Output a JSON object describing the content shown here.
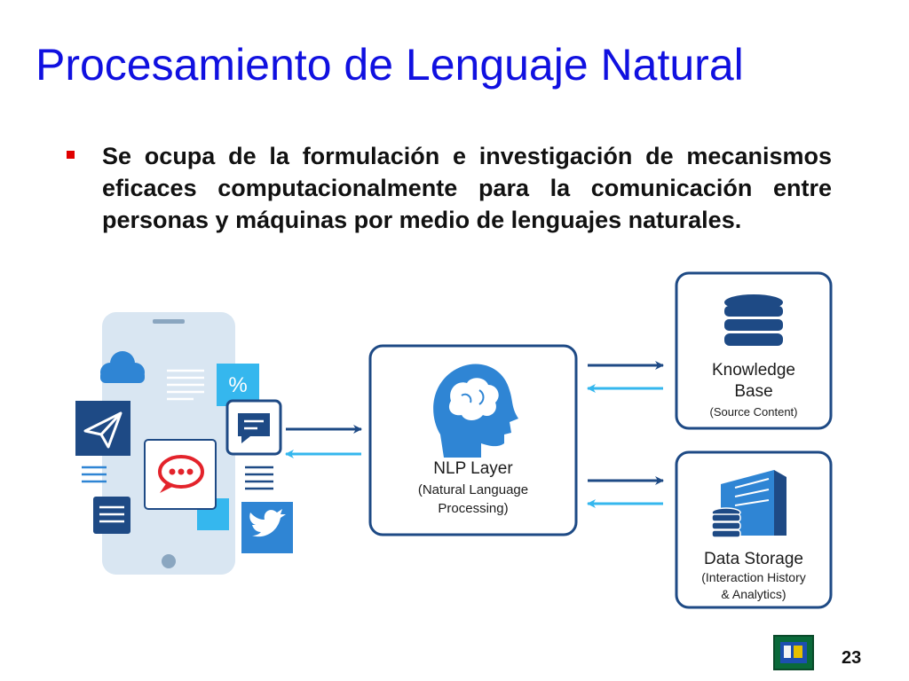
{
  "slide": {
    "title": "Procesamiento de Lenguaje Natural",
    "bullet_text": "Se ocupa de la formulación e investigación de mecanismos eficaces computacionalmente para la comunicación entre personas y máquinas por medio de lenguajes naturales.",
    "page_number": "23"
  },
  "diagram": {
    "nlp": {
      "title": "NLP Layer",
      "subtitle_line1": "(Natural Language",
      "subtitle_line2": "Processing)"
    },
    "knowledge": {
      "title_line1": "Knowledge",
      "title_line2": "Base",
      "subtitle": "(Source Content)"
    },
    "storage": {
      "title": "Data Storage",
      "subtitle_line1": "(Interaction History",
      "subtitle_line2": "& Analytics)"
    }
  },
  "colors": {
    "title": "#1010e0",
    "bullet": "#e00000",
    "navy": "#1e4a85",
    "blue": "#2f85d4",
    "light_blue": "#35b7ee",
    "box_border": "#1e4a85"
  },
  "icons": [
    "cloud-icon",
    "percent-icon",
    "paper-plane-icon",
    "chat-bubble-icon",
    "rocket-chat-icon",
    "twitter-bird-icon",
    "brain-head-icon",
    "database-icon",
    "server-building-icon",
    "slide-logo-icon"
  ]
}
